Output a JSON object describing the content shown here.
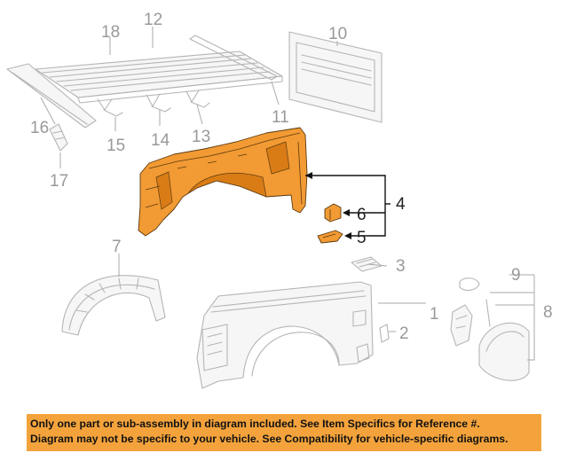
{
  "callouts": {
    "c1": "1",
    "c2": "2",
    "c3": "3",
    "c4": "4",
    "c5": "5",
    "c6": "6",
    "c7": "7",
    "c8": "8",
    "c9": "9",
    "c10": "10",
    "c11": "11",
    "c12": "12",
    "c13": "13",
    "c14": "14",
    "c15": "15",
    "c16": "16",
    "c17": "17",
    "c18": "18"
  },
  "highlighted_part": "4",
  "colors": {
    "highlight": "#f29a33",
    "notice_background": "#f4a33c",
    "line_art": "#b5b5b5"
  },
  "notice": {
    "line1": "Only one part or sub-assembly in diagram included. See Item Specifics for Reference #.",
    "line2": "Diagram may not be specific to your vehicle. See Compatibility for vehicle-specific diagrams."
  }
}
